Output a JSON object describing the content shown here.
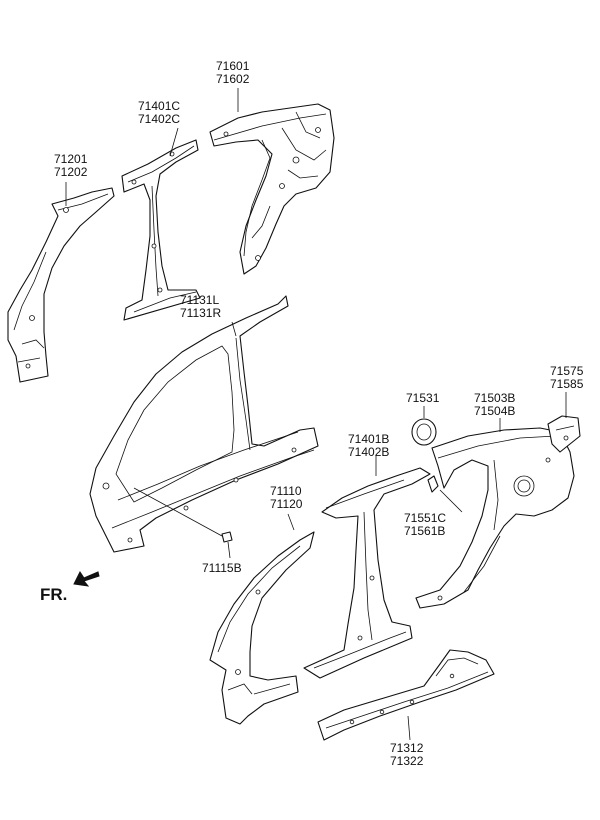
{
  "callouts": {
    "c71601": [
      "71601",
      "71602"
    ],
    "c71401c": [
      "71401C",
      "71402C"
    ],
    "c71201": [
      "71201",
      "71202"
    ],
    "c71131": [
      "71131L",
      "71131R"
    ],
    "c71531": [
      "71531"
    ],
    "c71503b": [
      "71503B",
      "71504B"
    ],
    "c71575": [
      "71575",
      "71585"
    ],
    "c71401b": [
      "71401B",
      "71402B"
    ],
    "c71110": [
      "71110",
      "71120"
    ],
    "c71551c": [
      "71551C",
      "71561B"
    ],
    "c71115b": [
      "71115B"
    ],
    "c71312": [
      "71312",
      "71322"
    ]
  },
  "direction_label": "FR."
}
